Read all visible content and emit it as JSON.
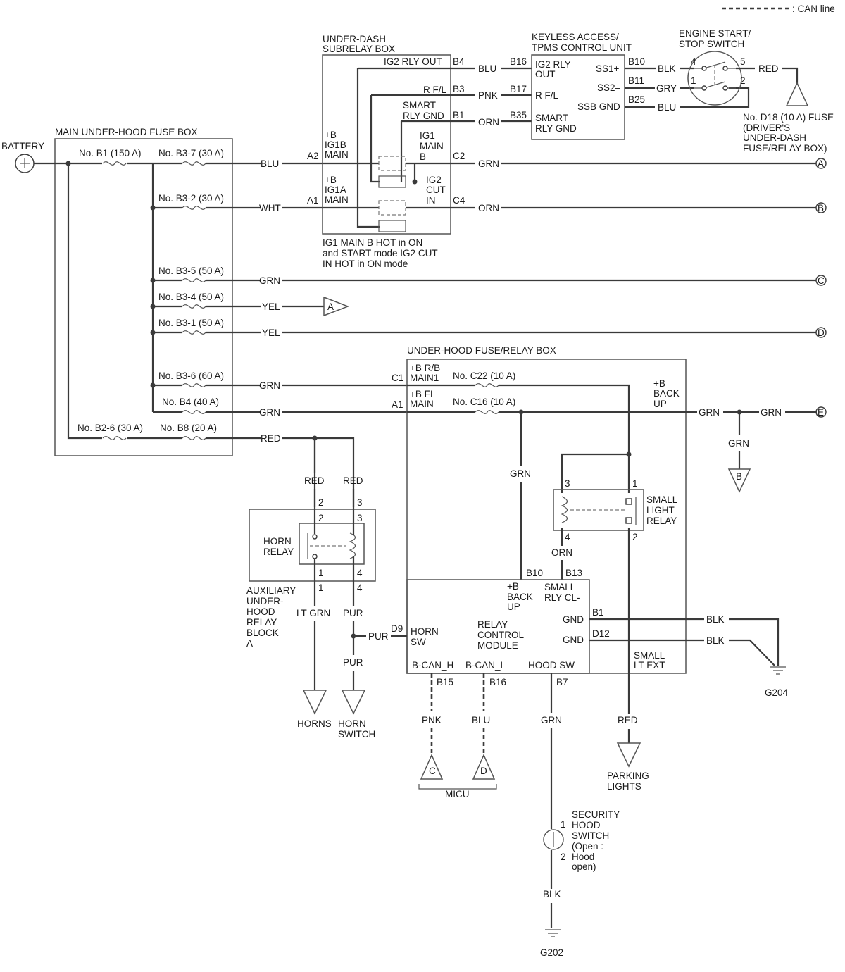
{
  "legend": {
    "can_line": ": CAN line"
  },
  "battery": {
    "label": "BATTERY"
  },
  "main_fuse_box": {
    "title": "MAIN UNDER-HOOD FUSE BOX",
    "fuses": {
      "b1": "No. B1 (150 A)",
      "b37": "No. B3-7 (30 A)",
      "b32": "No. B3-2 (30 A)",
      "b35": "No. B3-5 (50 A)",
      "b34": "No. B3-4 (50 A)",
      "b31": "No. B3-1 (50 A)",
      "b36": "No. B3-6 (60 A)",
      "b4": "No. B4 (40 A)",
      "b26": "No. B2-6 (30 A)",
      "b8": "No. B8 (20 A)"
    }
  },
  "subrelay_box": {
    "title1": "UNDER-DASH",
    "title2": "SUBRELAY BOX",
    "ig2_rly_out": "IG2 RLY OUT",
    "rfl": "R F/L",
    "smart1": "SMART",
    "smart2": "RLY GND",
    "ig1b": [
      "+B",
      "IG1B",
      "MAIN"
    ],
    "ig1a": [
      "+B",
      "IG1A",
      "MAIN"
    ],
    "ig1mainb": [
      "IG1",
      "MAIN",
      "B"
    ],
    "ig2cut": [
      "IG2",
      "CUT",
      "IN"
    ],
    "pins": {
      "b4": "B4",
      "b3": "B3",
      "b1": "B1",
      "a2": "A2",
      "a1": "A1",
      "c2": "C2",
      "c4": "C4"
    },
    "note": [
      "IG1 MAIN B HOT in ON",
      "and START mode IG2 CUT",
      "IN HOT in ON mode"
    ]
  },
  "keyless_unit": {
    "title1": "KEYLESS ACCESS/",
    "title2": "TPMS CONTROL UNIT",
    "ig2rly": [
      "IG2 RLY",
      "OUT"
    ],
    "rfl": "R F/L",
    "smartrly": [
      "SMART",
      "RLY GND"
    ],
    "ss1": "SS1+",
    "ss2": "SS2–",
    "ssbgnd": "SSB GND",
    "pins": {
      "b16": "B16",
      "b17": "B17",
      "b35": "B35",
      "b10": "B10",
      "b11": "B11",
      "b25": "B25"
    }
  },
  "start_switch": {
    "title1": "ENGINE START/",
    "title2": "STOP SWITCH",
    "pins": {
      "p4": "4",
      "p5": "5",
      "p1": "1",
      "p2": "2"
    }
  },
  "d18_fuse": {
    "lines": [
      "No. D18 (10 A) FUSE",
      "(DRIVER'S",
      "UNDER-DASH",
      "FUSE/RELAY BOX)"
    ]
  },
  "wires": {
    "blu": "BLU",
    "pnk": "PNK",
    "orn": "ORN",
    "grn": "GRN",
    "wht": "WHT",
    "yel": "YEL",
    "red": "RED",
    "blk": "BLK",
    "gry": "GRY",
    "pur": "PUR",
    "ltgrn": "LT GRN"
  },
  "connectors": {
    "a": "A",
    "b": "B",
    "c": "C",
    "d": "D",
    "e": "E"
  },
  "relay_box": {
    "title": "UNDER-HOOD FUSE/RELAY BOX",
    "c1": "C1",
    "a1": "A1",
    "rbmain1": [
      "+B R/B",
      "MAIN1"
    ],
    "fimain": [
      "+B FI",
      "MAIN"
    ],
    "c22": "No. C22 (10 A)",
    "c16": "No. C16 (10 A)",
    "backup": [
      "+B",
      "BACK",
      "UP"
    ],
    "small_light_relay": [
      "SMALL",
      "LIGHT",
      "RELAY"
    ],
    "slr_pins": {
      "p3": "3",
      "p1": "1",
      "p4": "4",
      "p2": "2"
    },
    "module": {
      "b10": "B10",
      "b13": "B13",
      "backup": [
        "+B",
        "BACK",
        "UP"
      ],
      "smallrly": [
        "SMALL",
        "RLY CL-"
      ],
      "gnd1": "GND",
      "gnd2": "GND",
      "b1": "B1",
      "d12": "D12",
      "d9": "D9",
      "hornsw": [
        "HORN",
        "SW"
      ],
      "title": [
        "RELAY",
        "CONTROL",
        "MODULE"
      ],
      "bcanh": "B-CAN_H",
      "bcanl": "B-CAN_L",
      "hoodsw": "HOOD SW",
      "b15": "B15",
      "b16": "B16",
      "b7": "B7",
      "smallltext": [
        "SMALL",
        "LT EXT"
      ]
    }
  },
  "horn_relay": {
    "label": [
      "HORN",
      "RELAY"
    ],
    "pins": {
      "p2": "2",
      "p3": "3",
      "p1": "1",
      "p4": "4"
    },
    "block": [
      "AUXILIARY",
      "UNDER-",
      "HOOD",
      "RELAY",
      "BLOCK",
      "A"
    ]
  },
  "grounds": {
    "g204": "G204",
    "g202": "G202"
  },
  "loads": {
    "horns": "HORNS",
    "horn_switch": [
      "HORN",
      "SWITCH"
    ],
    "parking": [
      "PARKING",
      "LIGHTS"
    ],
    "micu": "MICU"
  },
  "hood_switch": {
    "label": [
      "SECURITY",
      "HOOD",
      "SWITCH",
      "(Open :",
      "Hood",
      "open)"
    ],
    "p1": "1",
    "p2": "2"
  }
}
